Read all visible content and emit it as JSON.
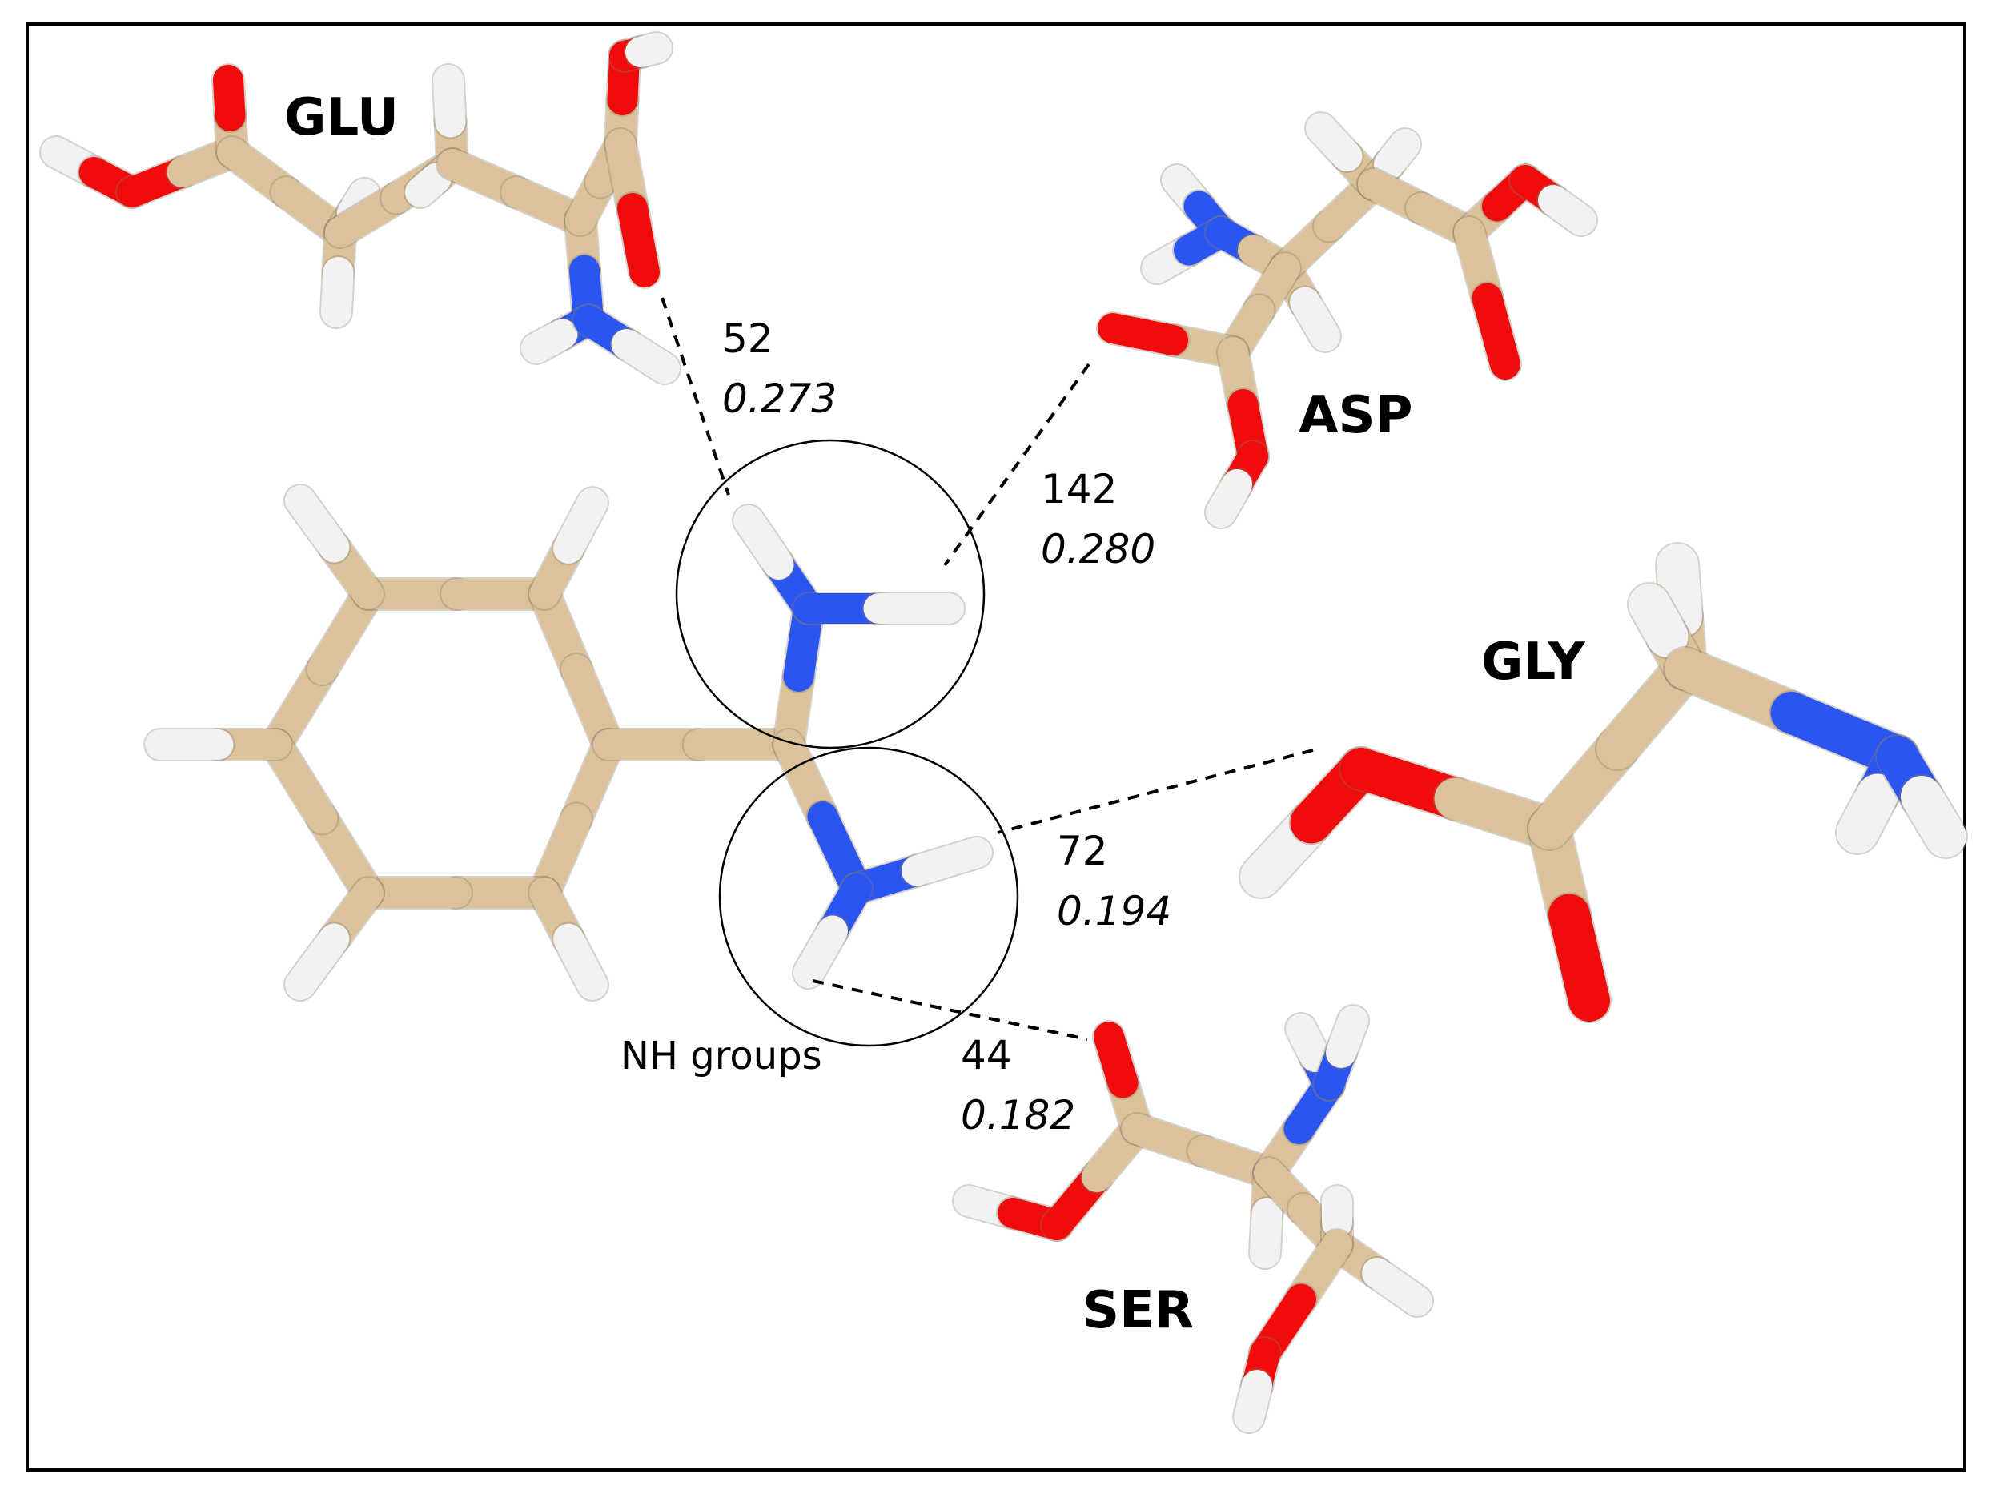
{
  "residues": {
    "glu": "GLU",
    "asp": "ASP",
    "gly": "GLY",
    "ser": "SER"
  },
  "contacts": {
    "glu": {
      "count": "52",
      "value": "0.273"
    },
    "asp": {
      "count": "142",
      "value": "0.280"
    },
    "gly": {
      "count": "72",
      "value": "0.194"
    },
    "ser": {
      "count": "44",
      "value": "0.182"
    }
  },
  "caption": "NH groups",
  "colors": {
    "carbon": "#dcc29a",
    "oxygen": "#f00c0c",
    "nitrogen": "#2a55f0",
    "hydrogen": "#f2f2f2",
    "border": "#000000"
  }
}
